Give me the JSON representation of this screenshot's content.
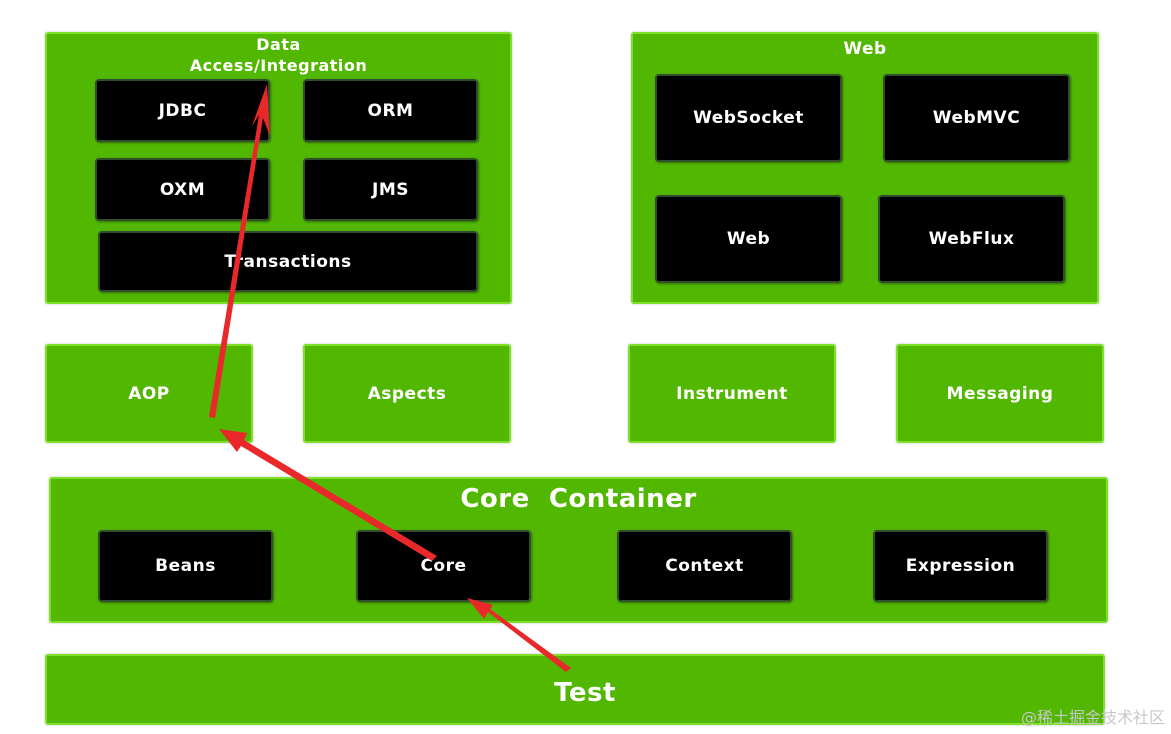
{
  "data_access": {
    "title_line1": "Data",
    "title_line2": "Access/Integration",
    "modules": [
      "JDBC",
      "ORM",
      "OXM",
      "JMS",
      "Transactions"
    ]
  },
  "web": {
    "title": "Web",
    "modules": [
      "WebSocket",
      "WebMVC",
      "Web",
      "WebFlux"
    ]
  },
  "middle": {
    "aop": "AOP",
    "aspects": "Aspects",
    "instrument": "Instrument",
    "messaging": "Messaging"
  },
  "core_container": {
    "title": "Core  Container",
    "modules": [
      "Beans",
      "Core",
      "Context",
      "Expression"
    ]
  },
  "test": {
    "label": "Test"
  },
  "watermark": "@稀土掘金技术社区",
  "colors": {
    "group_green": "#52b700",
    "module_black": "#000000",
    "arrow_red": "#e8282b"
  }
}
